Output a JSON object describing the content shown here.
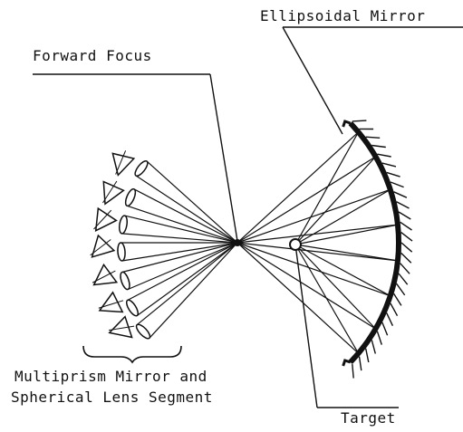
{
  "labels": {
    "ellipsoidal_mirror": "Ellipsoidal Mirror",
    "forward_focus": "Forward Focus",
    "multiprism_line1": "Multiprism Mirror and",
    "multiprism_line2": "Spherical Lens Segment",
    "target": "Target"
  },
  "colors": {
    "ink": "#111111",
    "background": "#ffffff"
  }
}
